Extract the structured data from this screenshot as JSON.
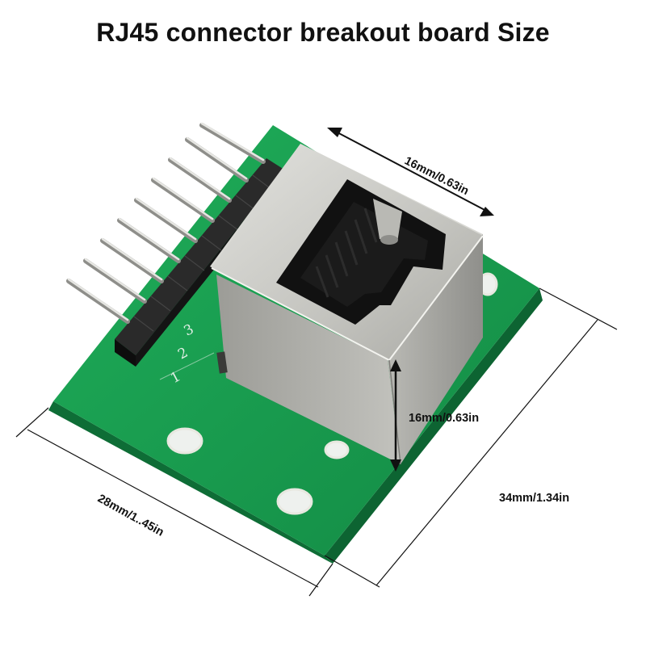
{
  "title": "RJ45 connector breakout board Size",
  "dimensions": {
    "top_width": "16mm/0.63in",
    "jack_height": "16mm/0.63in",
    "board_length": "34mm/1.34in",
    "board_width": "28mm/1..45in"
  },
  "pcb_labels": [
    "1",
    "2",
    "3"
  ],
  "colors": {
    "pcb": "#179a4d",
    "metal": "#c9c9c4",
    "pin": "#c7c7c3",
    "header": "#1a1a1a"
  }
}
